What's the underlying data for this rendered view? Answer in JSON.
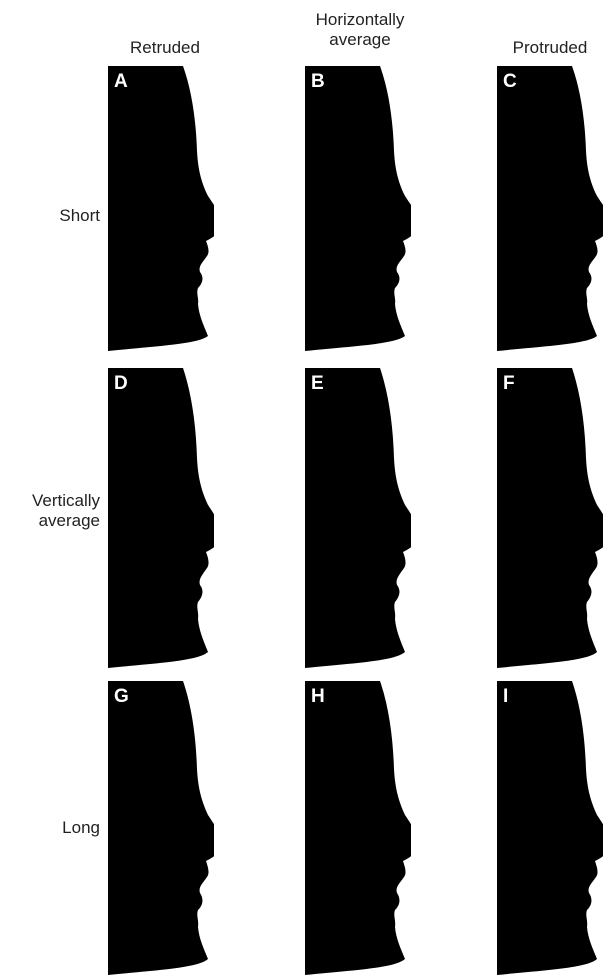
{
  "columns": [
    "Retruded",
    "Horizontally average",
    "Protruded"
  ],
  "column_header_lines": [
    [
      "Retruded"
    ],
    [
      "Horizontally",
      "average"
    ],
    [
      "Protruded"
    ]
  ],
  "rows": [
    "Short",
    "Vertically average",
    "Long"
  ],
  "row_label_lines": [
    [
      "Short"
    ],
    [
      "Vertically",
      "average"
    ],
    [
      "Long"
    ]
  ],
  "panels": [
    {
      "letter": "A",
      "row": "Short",
      "column": "Retruded"
    },
    {
      "letter": "B",
      "row": "Short",
      "column": "Horizontally average"
    },
    {
      "letter": "C",
      "row": "Short",
      "column": "Protruded"
    },
    {
      "letter": "D",
      "row": "Vertically average",
      "column": "Retruded"
    },
    {
      "letter": "E",
      "row": "Vertically average",
      "column": "Horizontally average"
    },
    {
      "letter": "F",
      "row": "Vertically average",
      "column": "Protruded"
    },
    {
      "letter": "G",
      "row": "Long",
      "column": "Retruded"
    },
    {
      "letter": "H",
      "row": "Long",
      "column": "Horizontally average"
    },
    {
      "letter": "I",
      "row": "Long",
      "column": "Protruded"
    }
  ],
  "colors": {
    "silhouette": "#000000",
    "letter": "#ffffff",
    "text": "#222222",
    "background": "#ffffff"
  }
}
